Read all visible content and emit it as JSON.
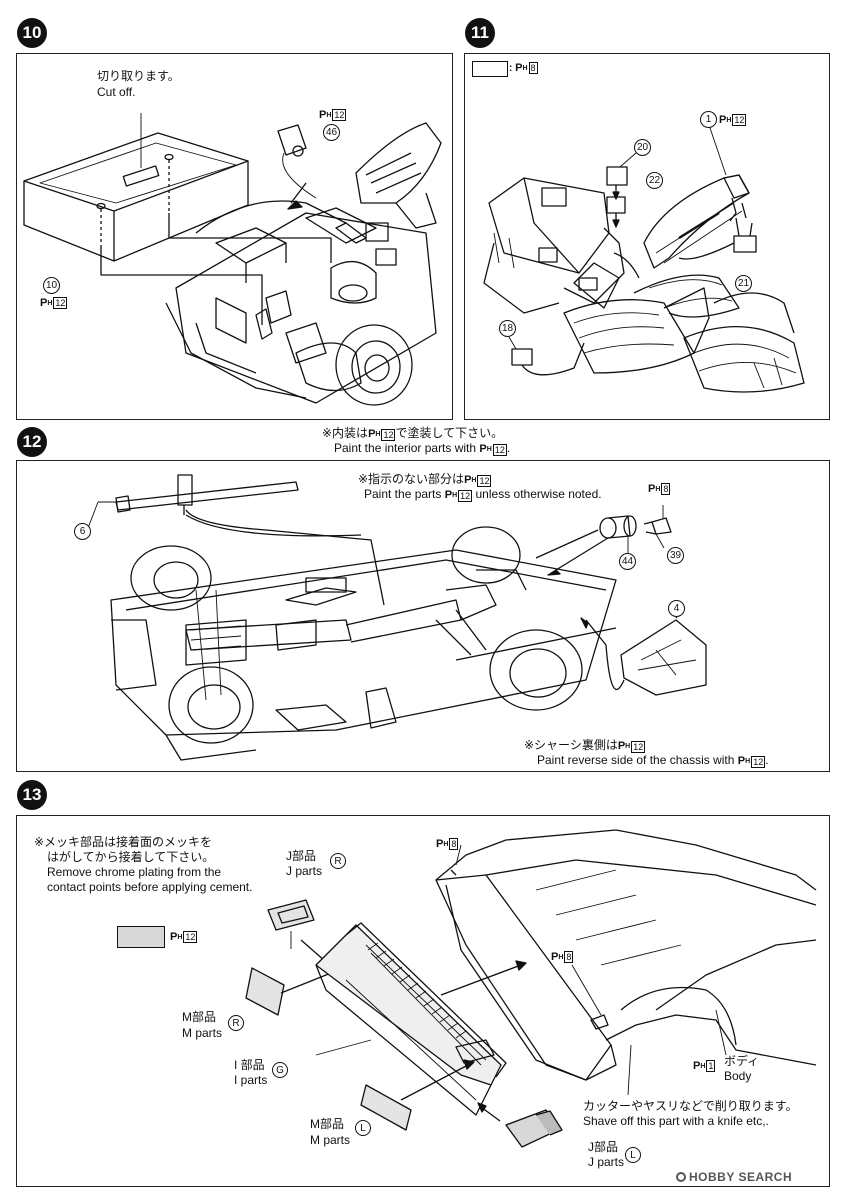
{
  "steps": [
    "10",
    "11",
    "12",
    "13"
  ],
  "paint_code": "PH",
  "colors": {
    "line": "#111111",
    "swatch_grey": "#d8d8d8"
  },
  "step10": {
    "cut_jp": "切り取ります。",
    "cut_en": "Cut off.",
    "ph_top": "12",
    "part_46": "46",
    "part_10": "10",
    "ph_left": "12"
  },
  "step11": {
    "legend_ph": "8",
    "part_1": "1",
    "ph_1": "12",
    "part_20": "20",
    "part_22": "22",
    "part_21": "21",
    "part_18": "18"
  },
  "notes_11": {
    "interior_jp_pre": "※内装は",
    "interior_jp_num": "12",
    "interior_jp_post": "で塗装して下さい。",
    "interior_en_pre": "Paint the interior parts with",
    "interior_en_num": "12"
  },
  "step12": {
    "note1_jp_pre": "※指示のない部分は",
    "note1_jp_num": "12",
    "note1_en_pre": "Paint the parts",
    "note1_en_num": "12",
    "note1_en_post": "unless otherwise noted.",
    "ph_39": "8",
    "part_6": "6",
    "part_44": "44",
    "part_39": "39",
    "part_4": "4",
    "note2_jp_pre": "※シャーシ裏側は",
    "note2_jp_num": "12",
    "note2_en_pre": "Paint reverse side of the chassis with",
    "note2_en_num": "12"
  },
  "step13": {
    "chrome_jp1": "※メッキ部品は接着面のメッキを",
    "chrome_jp2": "はがしてから接着して下さい。",
    "chrome_en1": "Remove chrome plating from the",
    "chrome_en2": "contact points before applying cement.",
    "swatch_ph": "12",
    "j_top_jp": "J部品",
    "j_top_en": "J parts",
    "j_top_letter": "R",
    "m_left_jp": "M部品",
    "m_left_en": "M parts",
    "m_left_letter": "R",
    "i_jp": "I 部品",
    "i_en": "I parts",
    "i_letter": "G",
    "m_bottom_jp": "M部品",
    "m_bottom_en": "M parts",
    "m_bottom_letter": "L",
    "j_bottom_jp": "J部品",
    "j_bottom_en": "J parts",
    "j_bottom_letter": "L",
    "ph_roof": "8",
    "ph_side": "8",
    "body_ph": "1",
    "body_jp": "ボディ",
    "body_en": "Body",
    "shave_jp": "カッターやヤスリなどで削り取ります。",
    "shave_en": "Shave off this part with a knife etc,."
  },
  "watermark": "HOBBY SEARCH"
}
